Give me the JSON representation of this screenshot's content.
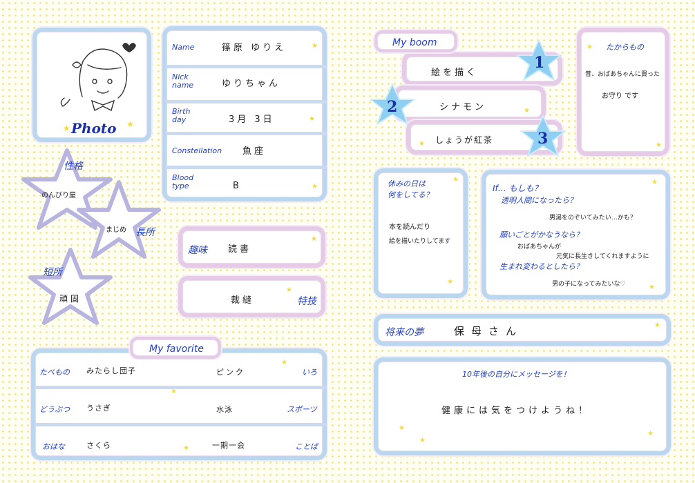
{
  "profile": {
    "photo_label": "Photo",
    "name_label": "Name",
    "name_value": "篠原 ゆりえ",
    "nick_label": "Nick name",
    "nick_value": "ゆりちゃん",
    "birth_label": "Birth day",
    "birth_value": "3月 3日",
    "constellation_label": "Constellation",
    "constellation_value": "魚座",
    "blood_label": "Blood type",
    "blood_value": "B"
  },
  "personality": {
    "title": "性格",
    "value": "のんびり屋",
    "strength_label": "長所",
    "strength_value": "まじめ",
    "weakness_label": "短所",
    "weakness_value": "頑固"
  },
  "hobby": {
    "label": "趣味",
    "value": "読書"
  },
  "skill": {
    "label": "特技",
    "value": "裁縫"
  },
  "favorite": {
    "title": "My favorite",
    "rows": [
      {
        "label": "たべもの",
        "value": "みたらし団子",
        "value2": "ピンク",
        "label2": "いろ"
      },
      {
        "label": "どうぶつ",
        "value": "うさぎ",
        "value2": "水泳",
        "label2": "スポーツ"
      },
      {
        "label": "おはな",
        "value": "さくら",
        "value2": "一期一会",
        "label2": "ことば"
      }
    ]
  },
  "myboom": {
    "title": "My boom",
    "items": [
      {
        "rank": "1",
        "value": "絵を描く"
      },
      {
        "rank": "2",
        "value": "シナモン"
      },
      {
        "rank": "3",
        "value": "しょうが紅茶"
      }
    ]
  },
  "treasure": {
    "title": "たからもの",
    "line1": "昔、おばあちゃんに買った",
    "line2": "お守り です"
  },
  "holiday": {
    "title1": "休みの日は",
    "title2": "何をしてる？",
    "line1": "本を読んだり",
    "line2": "絵を描いたりしてます"
  },
  "ifs": {
    "title": "If… もしも？",
    "q1": "透明人間になったら？",
    "a1": "男湯をのぞいてみたい…かも？",
    "q2": "願いごとがかなうなら？",
    "a2a": "おばあちゃんが",
    "a2b": "元気に長生きしてくれますように",
    "q3": "生まれ変わるとしたら？",
    "a3": "男の子になってみたいな♡"
  },
  "dream": {
    "label": "将来の夢",
    "value": "保母さん"
  },
  "message": {
    "title": "10年後の自分にメッセージを！",
    "value": "健康には気をつけようね！"
  },
  "colors": {
    "accent_blue": "#2340c8",
    "star_yellow": "#f4d93a",
    "star_blue": "#8fd0f2",
    "frame_blue": "#b9d7ef",
    "frame_pink": "#e5cbe6"
  }
}
